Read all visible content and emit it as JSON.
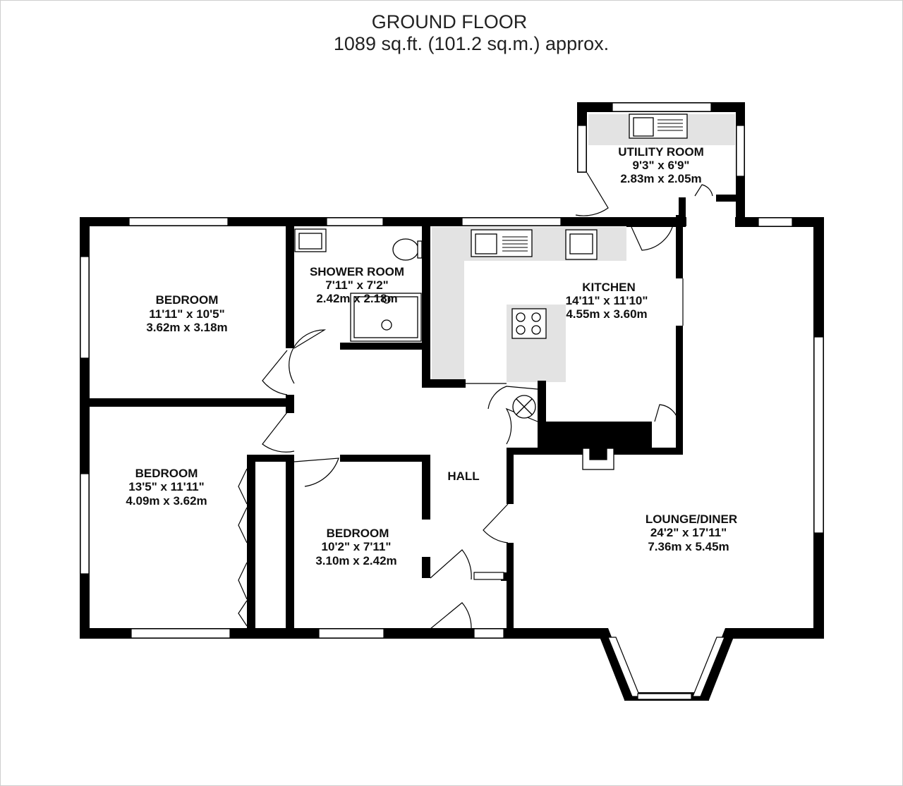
{
  "header": {
    "floor_name": "GROUND FLOOR",
    "floor_area": "1089 sq.ft. (101.2 sq.m.) approx."
  },
  "rooms": [
    {
      "key": "bedroom_1",
      "name": "BEDROOM",
      "imperial": "11'11\"  x 10'5\"",
      "metric": "3.62m  x 3.18m"
    },
    {
      "key": "shower_room",
      "name": "SHOWER ROOM",
      "imperial": "7'11\"  x 7'2\"",
      "metric": "2.42m  x 2.18m"
    },
    {
      "key": "utility_room",
      "name": "UTILITY ROOM",
      "imperial": "9'3\"  x 6'9\"",
      "metric": "2.83m  x 2.05m"
    },
    {
      "key": "kitchen",
      "name": "KITCHEN",
      "imperial": "14'11\"  x 11'10\"",
      "metric": "4.55m  x 3.60m"
    },
    {
      "key": "bedroom_2",
      "name": "BEDROOM",
      "imperial": "13'5\"  x 11'11\"",
      "metric": "4.09m  x 3.62m"
    },
    {
      "key": "hall",
      "name": "HALL"
    },
    {
      "key": "bedroom_3",
      "name": "BEDROOM",
      "imperial": "10'2\"  x 7'11\"",
      "metric": "3.10m  x 2.42m"
    },
    {
      "key": "lounge_diner",
      "name": "LOUNGE/DINER",
      "imperial": "24'2\"  x 17'11\"",
      "metric": "7.36m  x 5.45m"
    }
  ],
  "colors": {
    "wall": "#000000",
    "fixture_fill": "#e3e3e3",
    "window": "#ffffff"
  }
}
